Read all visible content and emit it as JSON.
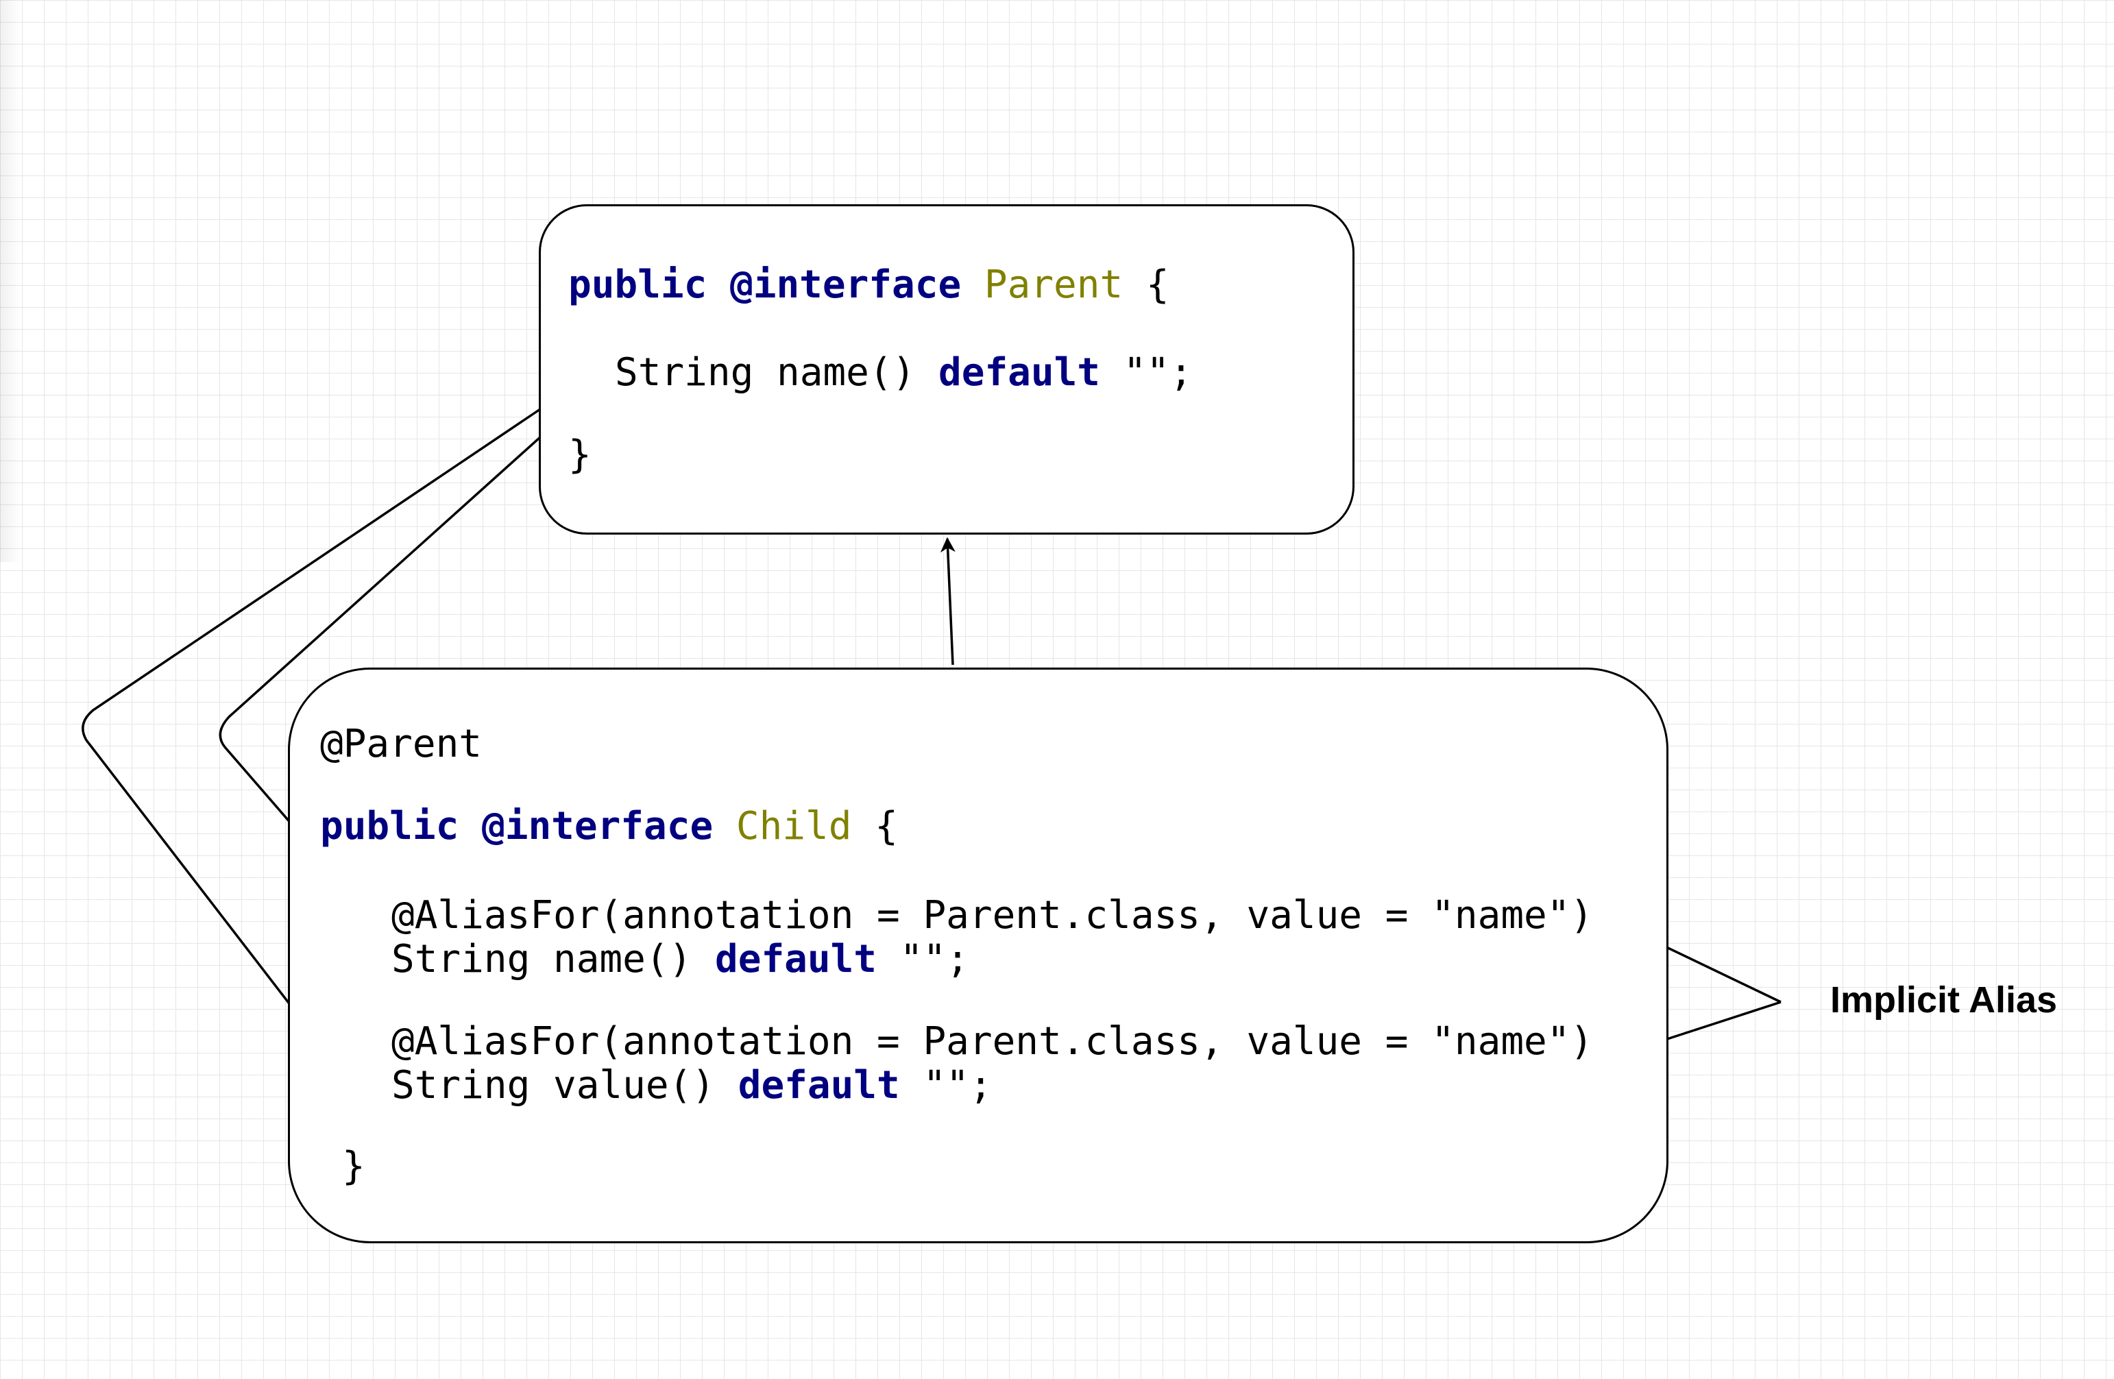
{
  "parent_box": {
    "line1": {
      "kw_public": "public",
      "kw_interface": "@interface",
      "name": "Parent",
      "brace": "{"
    },
    "line2": {
      "text": "String name()",
      "kw_default": "default",
      "value": "\"\";"
    },
    "line3": "}"
  },
  "child_box": {
    "annotation": "@Parent",
    "decl": {
      "kw_public": "public",
      "kw_interface": "@interface",
      "name": "Child",
      "brace": "{"
    },
    "member1": {
      "alias": "@AliasFor(annotation = Parent.class, value = \"name\")",
      "signature": "String name()",
      "kw_default": "default",
      "value": "\"\";"
    },
    "member2": {
      "alias": "@AliasFor(annotation = Parent.class, value = \"name\")",
      "signature": "String value()",
      "kw_default": "default",
      "value": "\"\";"
    },
    "close": "}"
  },
  "implicit_alias_label": "Implicit Alias",
  "colors": {
    "keyword": "#000080",
    "type_name": "#808000",
    "text": "#000000",
    "grid": "#e6e6e6"
  }
}
